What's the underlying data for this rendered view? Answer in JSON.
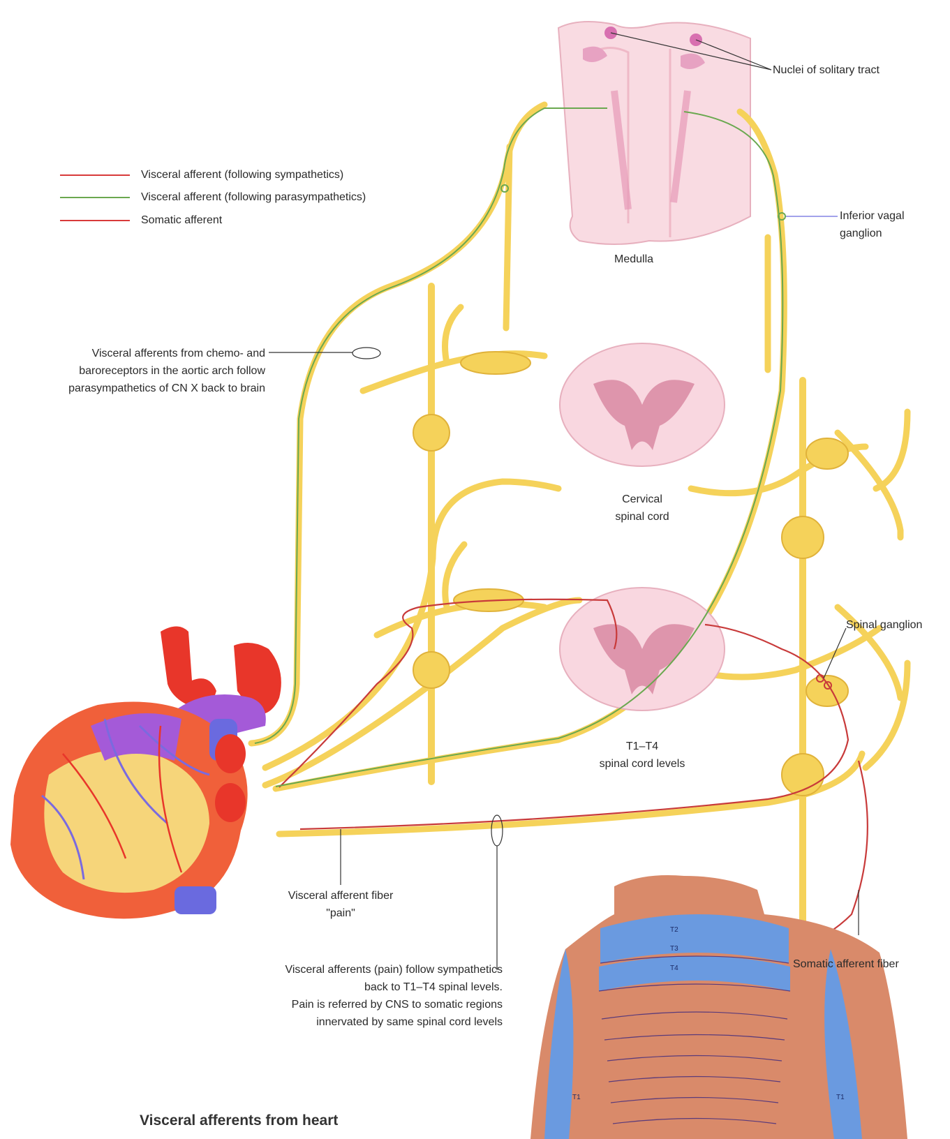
{
  "legend": [
    {
      "label": "Visceral afferent (following sympathetics)",
      "color": "#d83a3a"
    },
    {
      "label": "Visceral afferent (following parasympathetics)",
      "color": "#6aa84f"
    },
    {
      "label": "Somatic afferent",
      "color": "#d83a3a"
    }
  ],
  "labels": {
    "nuclei": "Nuclei of solitary tract",
    "inferior_vagal_1": "Inferior vagal",
    "inferior_vagal_2": "ganglion",
    "medulla": "Medulla",
    "chemo_1": "Visceral afferents from chemo- and",
    "chemo_2": "baroreceptors in the aortic arch follow",
    "chemo_3": "parasympathetics of CN X back to brain",
    "cervical_1": "Cervical",
    "cervical_2": "spinal cord",
    "t1t4_1": "T1–T4",
    "t1t4_2": "spinal cord levels",
    "spinal_ganglion": "Spinal ganglion",
    "pain_fiber_1": "Visceral afferent fiber",
    "pain_fiber_2": "\"pain\"",
    "referred_1": "Visceral afferents (pain) follow sympathetics",
    "referred_2": "back to T1–T4 spinal levels.",
    "referred_3": "Pain is referred by CNS to somatic regions",
    "referred_4": "innervated by same spinal cord levels",
    "somatic_fiber": "Somatic afferent fiber"
  },
  "dermatomes": {
    "t2": "T2",
    "t3": "T3",
    "t4": "T4",
    "t1_left": "T1",
    "t1_right": "T1"
  },
  "caption": "Visceral afferents from heart",
  "colors": {
    "nerve": "#f5d25a",
    "nerve_edge": "#e0b23a",
    "cord": "#f7d4dc",
    "gray_matter": "#d98aa2",
    "heart": "#f0603a",
    "heart_purple": "#a45ad8",
    "vein": "#6a6adf",
    "skin": "#d98a6a",
    "dermatome_blue": "#6a9ae0"
  }
}
